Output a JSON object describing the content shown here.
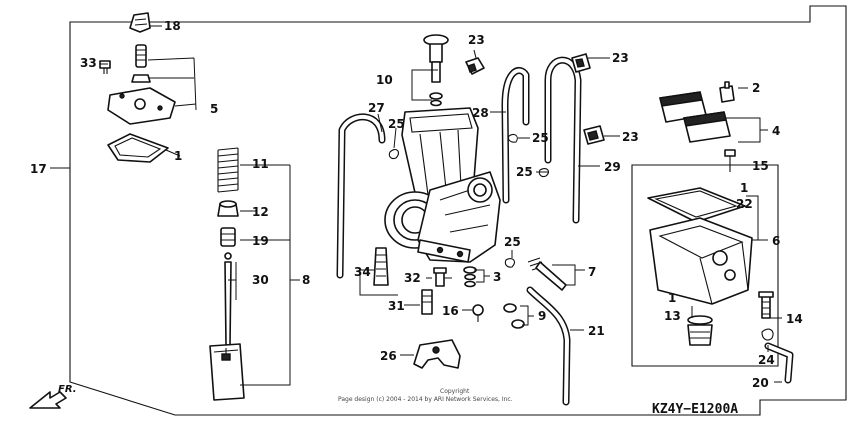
{
  "diagram": {
    "diagram_code": "KZ4Y−E1200A",
    "direction_label": "FR.",
    "copyright_line1": "Copyright",
    "copyright_line2": "Page design (c) 2004 - 2014 by ARI Network Services, Inc.",
    "callouts": {
      "c1a": "1",
      "c1b": "1",
      "c1c": "1",
      "c2": "2",
      "c3": "3",
      "c4": "4",
      "c5": "5",
      "c6": "6",
      "c7": "7",
      "c8": "8",
      "c9": "9",
      "c10": "10",
      "c11": "11",
      "c12": "12",
      "c13": "13",
      "c14": "14",
      "c15": "15",
      "c16": "16",
      "c17": "17",
      "c18": "18",
      "c19": "19",
      "c20": "20",
      "c21": "21",
      "c22": "22",
      "c23a": "23",
      "c23b": "23",
      "c23c": "23",
      "c24": "24",
      "c25a": "25",
      "c25b": "25",
      "c25c": "25",
      "c25d": "25",
      "c26": "26",
      "c27": "27",
      "c28": "28",
      "c29": "29",
      "c30": "30",
      "c31": "31",
      "c32": "32",
      "c33": "33",
      "c34": "34"
    }
  }
}
